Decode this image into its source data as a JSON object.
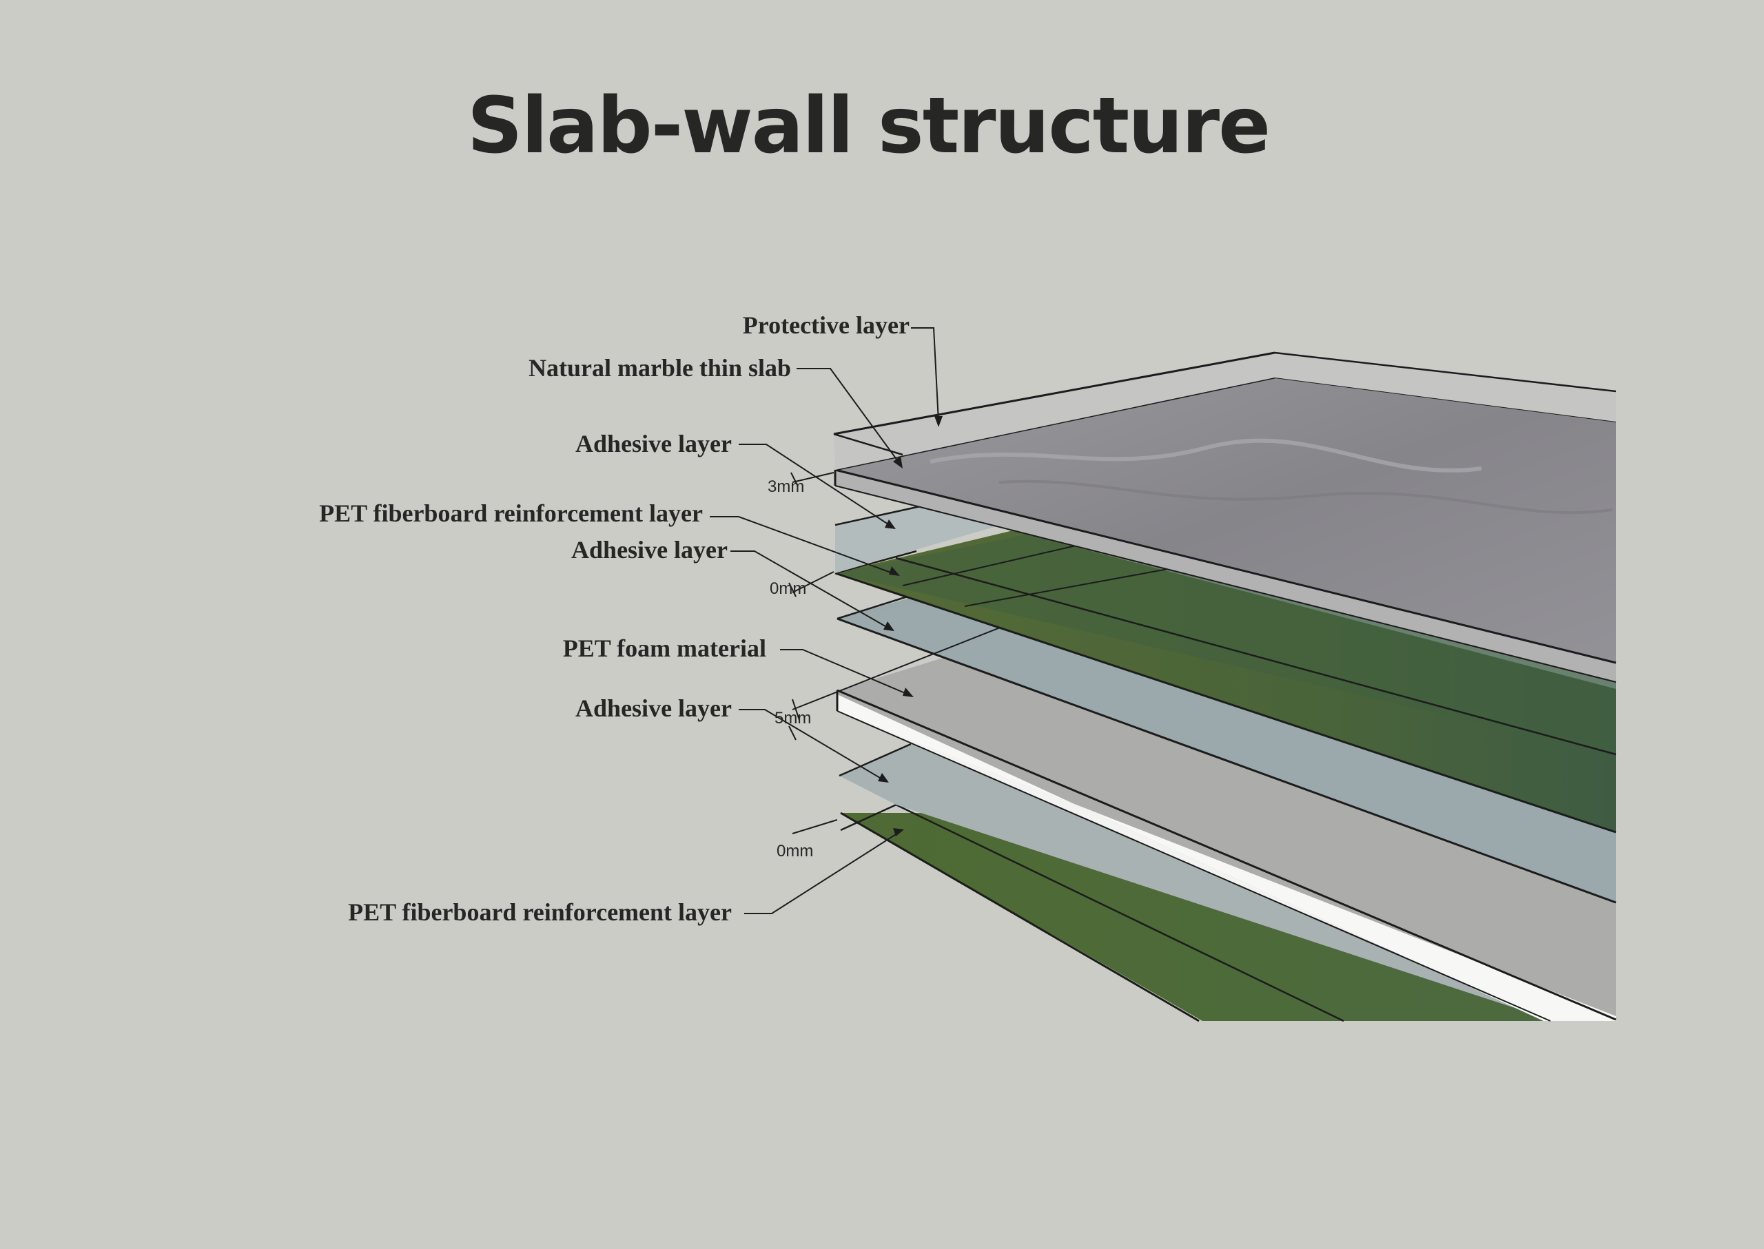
{
  "title": "Slab-wall structure",
  "labels": {
    "protective": "Protective layer",
    "marble": "Natural marble thin slab",
    "adhesive_1": "Adhesive layer",
    "pet_fiber_1": "PET fiberboard reinforcement layer",
    "adhesive_2": "Adhesive layer",
    "pet_foam": "PET foam material",
    "adhesive_3": "Adhesive layer",
    "pet_fiber_2": "PET fiberboard reinforcement layer"
  },
  "dimensions": {
    "d1": "3mm",
    "d2": "0mm",
    "d3": "5mm",
    "d4": "0mm"
  },
  "colors": {
    "background": "#cbccc6",
    "protective": "#c3c2c1",
    "marble": "#8d8c90",
    "adhesive": "#a3acad",
    "fiber_green": "#4e6638",
    "fiber_teal": "#3e5c44",
    "foam": "#ababaa",
    "foam_edge": "#f2f2f0",
    "line": "#1c1c1c"
  }
}
